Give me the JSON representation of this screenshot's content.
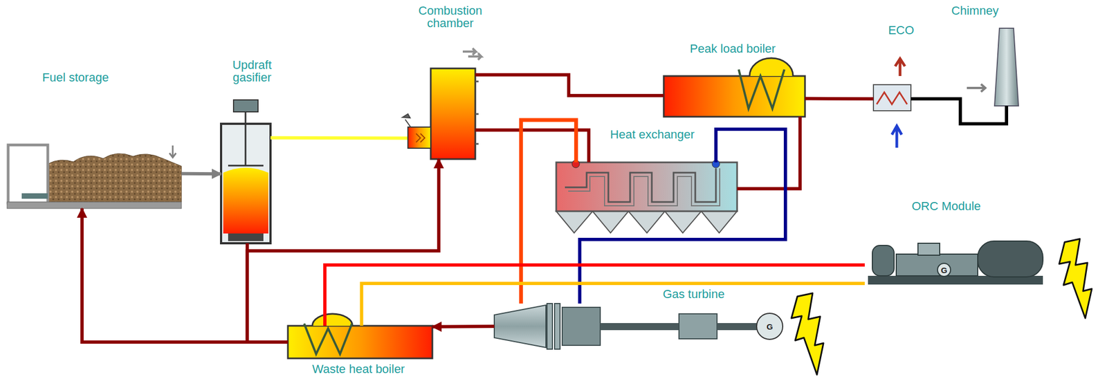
{
  "diagram": {
    "nodes": [
      {
        "text": [
          "Fuel storage"
        ]
      },
      {
        "text": [
          "Updraft gasifier"
        ]
      },
      {
        "text": [
          "Combustion chamber"
        ]
      },
      {
        "text": [
          "Peak load boiler"
        ]
      },
      {
        "text": [
          "ECO"
        ]
      },
      {
        "text": [
          "Chimney"
        ]
      },
      {
        "text": [
          "Heat exchanger"
        ]
      },
      {
        "text": [
          "ORC Module"
        ]
      },
      {
        "text": [
          "Gas turbine"
        ]
      },
      {
        "text": [
          "Waste heat boiler"
        ]
      }
    ],
    "edges": [
      {
        "from": 0,
        "to": 1,
        "arrow": "to"
      },
      {
        "from": 1,
        "to": 2,
        "arrow": "none"
      },
      {
        "from": 2,
        "to": 3,
        "arrow": "none"
      },
      {
        "from": 2,
        "to": 6,
        "arrow": "none"
      },
      {
        "from": 6,
        "to": 3,
        "arrow": "none"
      },
      {
        "from": 3,
        "to": 4,
        "arrow": "none"
      },
      {
        "from": 4,
        "to": 5,
        "arrow": "none"
      },
      {
        "from": 6,
        "to": 8,
        "arrow": "none"
      },
      {
        "from": 8,
        "to": 6,
        "arrow": "none"
      },
      {
        "from": 8,
        "to": 9,
        "arrow": "to"
      },
      {
        "from": 9,
        "to": 7,
        "arrow": "none"
      },
      {
        "from": 9,
        "to": 7,
        "arrow": "none"
      },
      {
        "from": 9,
        "to": 0,
        "arrow": "to"
      },
      {
        "from": 9,
        "to": 1,
        "arrow": "none"
      },
      {
        "from": 9,
        "to": 2,
        "arrow": "to"
      }
    ],
    "labels": [
      "G",
      "G"
    ]
  }
}
